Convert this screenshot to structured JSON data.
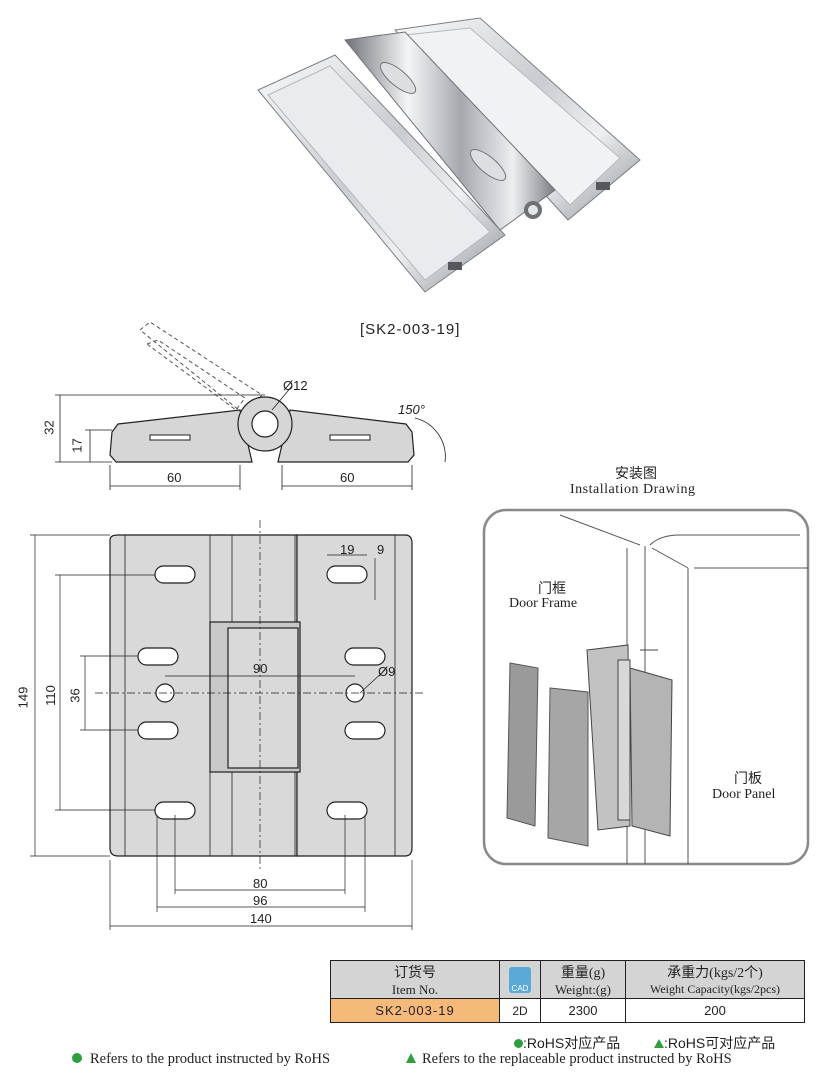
{
  "product": {
    "model_label": "[SK2-003-19]"
  },
  "side_view": {
    "dims": {
      "h_total": "32",
      "h_leaf": "17",
      "pin_dia": "Ø12",
      "angle": "150°",
      "w_left": "60",
      "w_right": "60"
    }
  },
  "front_view": {
    "dims": {
      "height": "149",
      "hole_span_v": "110",
      "hole_pitch_v": "36",
      "slot_len": "19",
      "slot_w": "9",
      "center_dist": "90",
      "hole_dia": "Ø9",
      "hole_span_80": "80",
      "hole_span_96": "96",
      "width": "140"
    }
  },
  "installation": {
    "title_cn": "安装图",
    "title_en": "Installation Drawing",
    "frame_cn": "门框",
    "frame_en": "Door Frame",
    "panel_cn": "门板",
    "panel_en": "Door Panel"
  },
  "table": {
    "col_item_cn": "订货号",
    "col_item_en": "Item No.",
    "cad_icon_label": "CAD",
    "col_weight_cn": "重量(g)",
    "col_weight_en": "Weight:(g)",
    "col_cap_cn": "承重力(kgs/2个)",
    "col_cap_en": "Weight Capacity(kgs/2pcs)",
    "row": {
      "item": "SK2-003-19",
      "cad": "2D",
      "weight": "2300",
      "capacity": "200"
    }
  },
  "legend": {
    "rohs_cn": ":RoHS对应产品",
    "replaceable_cn": ":RoHS可对应产品",
    "rohs_en": "Refers to the product instructed by RoHS",
    "replaceable_en": "Refers to the replaceable product instructed by RoHS",
    "rohs_color": "#2e9e3e",
    "replaceable_color": "#2e9e3e"
  }
}
